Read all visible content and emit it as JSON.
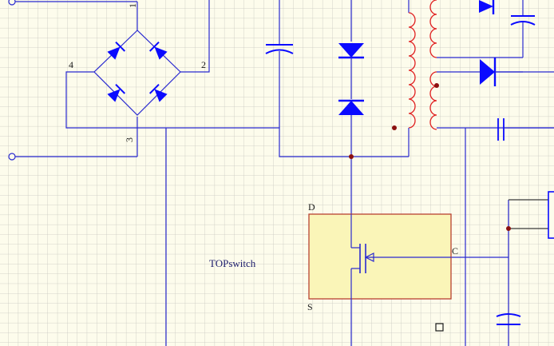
{
  "diagram": {
    "bridge_terminals": {
      "t1": "1",
      "t2": "2",
      "t3": "3",
      "t4": "4"
    },
    "ic": {
      "label": "TOPswitch",
      "pin_d": "D",
      "pin_s": "S",
      "pin_c": "C"
    },
    "colors": {
      "background": "#fdfcec",
      "grid": "#c8c8c0",
      "wire": "#2a2ad0",
      "component": "#0a0aff",
      "winding": "#e02020",
      "junction": "#8b1010",
      "ic_fill": "#faf5b8",
      "ic_border": "#b84030"
    }
  }
}
